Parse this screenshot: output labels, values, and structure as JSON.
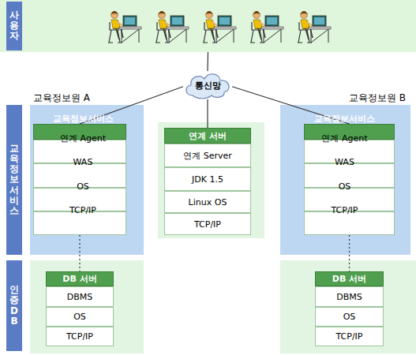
{
  "diagram": {
    "nodes": [
      {
        "text": [
          "사용자"
        ]
      },
      {
        "text": [
          "통신망"
        ]
      },
      {
        "text": [
          "교육정보서비스"
        ]
      },
      {
        "text": [
          "교육정보원 A"
        ]
      },
      {
        "text": [
          "교육정보서비스"
        ],
        "in": 3
      },
      {
        "text": [
          "연계 Agent"
        ],
        "in": 3
      },
      {
        "text": [
          "WAS"
        ],
        "in": 3
      },
      {
        "text": [
          "OS"
        ],
        "in": 3
      },
      {
        "text": [
          "TCP/IP"
        ],
        "in": 3
      },
      {
        "text": [
          "연계 서버"
        ]
      },
      {
        "text": [
          "연계 Server"
        ]
      },
      {
        "text": [
          "JDK 1.5"
        ]
      },
      {
        "text": [
          "Linux OS"
        ]
      },
      {
        "text": [
          "TCP/IP"
        ]
      },
      {
        "text": [
          "교육정보원 B"
        ]
      },
      {
        "text": [
          "교육정보서비스"
        ],
        "in": 14
      },
      {
        "text": [
          "연계 Agent"
        ],
        "in": 14
      },
      {
        "text": [
          "WAS"
        ],
        "in": 14
      },
      {
        "text": [
          "OS"
        ],
        "in": 14
      },
      {
        "text": [
          "TCP/IP"
        ],
        "in": 14
      },
      {
        "text": [
          "인증DB"
        ]
      },
      {
        "text": [
          "DB 서버"
        ]
      },
      {
        "text": [
          "DBMS"
        ]
      },
      {
        "text": [
          "OS"
        ]
      },
      {
        "text": [
          "TCP/IP"
        ]
      },
      {
        "text": [
          "DB 서버"
        ]
      },
      {
        "text": [
          "DBMS"
        ]
      },
      {
        "text": [
          "OS"
        ]
      },
      {
        "text": [
          "TCP/IP"
        ]
      }
    ],
    "edges": [
      {
        "from": 0,
        "to": 1,
        "arrow": "none"
      },
      {
        "from": 1,
        "to": 4,
        "arrow": "none"
      },
      {
        "from": 1,
        "to": 9,
        "arrow": "none"
      },
      {
        "from": 1,
        "to": 15,
        "arrow": "none"
      },
      {
        "from": 8,
        "to": 21,
        "arrow": "none"
      },
      {
        "from": 19,
        "to": 25,
        "arrow": "none"
      }
    ]
  }
}
